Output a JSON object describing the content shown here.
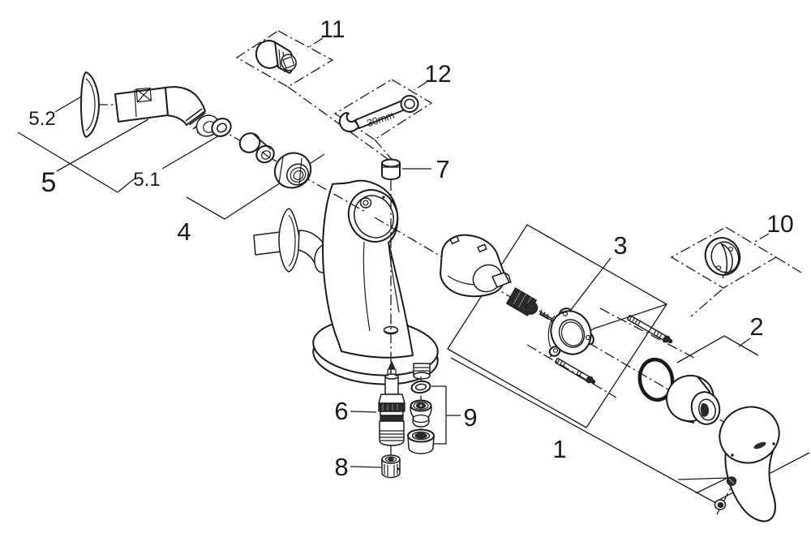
{
  "labels": {
    "part_1": "1",
    "part_2": "2",
    "part_3": "3",
    "part_4": "4",
    "part_5": "5",
    "part_5_1": "5.1",
    "part_5_2": "5.2",
    "part_6": "6",
    "part_7": "7",
    "part_8": "8",
    "part_9": "9",
    "part_10": "10",
    "part_11": "11",
    "part_12": "12",
    "wrench_size": "30mm"
  },
  "colors": {
    "line": "#1a1a1a",
    "dark_fill": "#2b2b2b",
    "background": "#ffffff"
  }
}
